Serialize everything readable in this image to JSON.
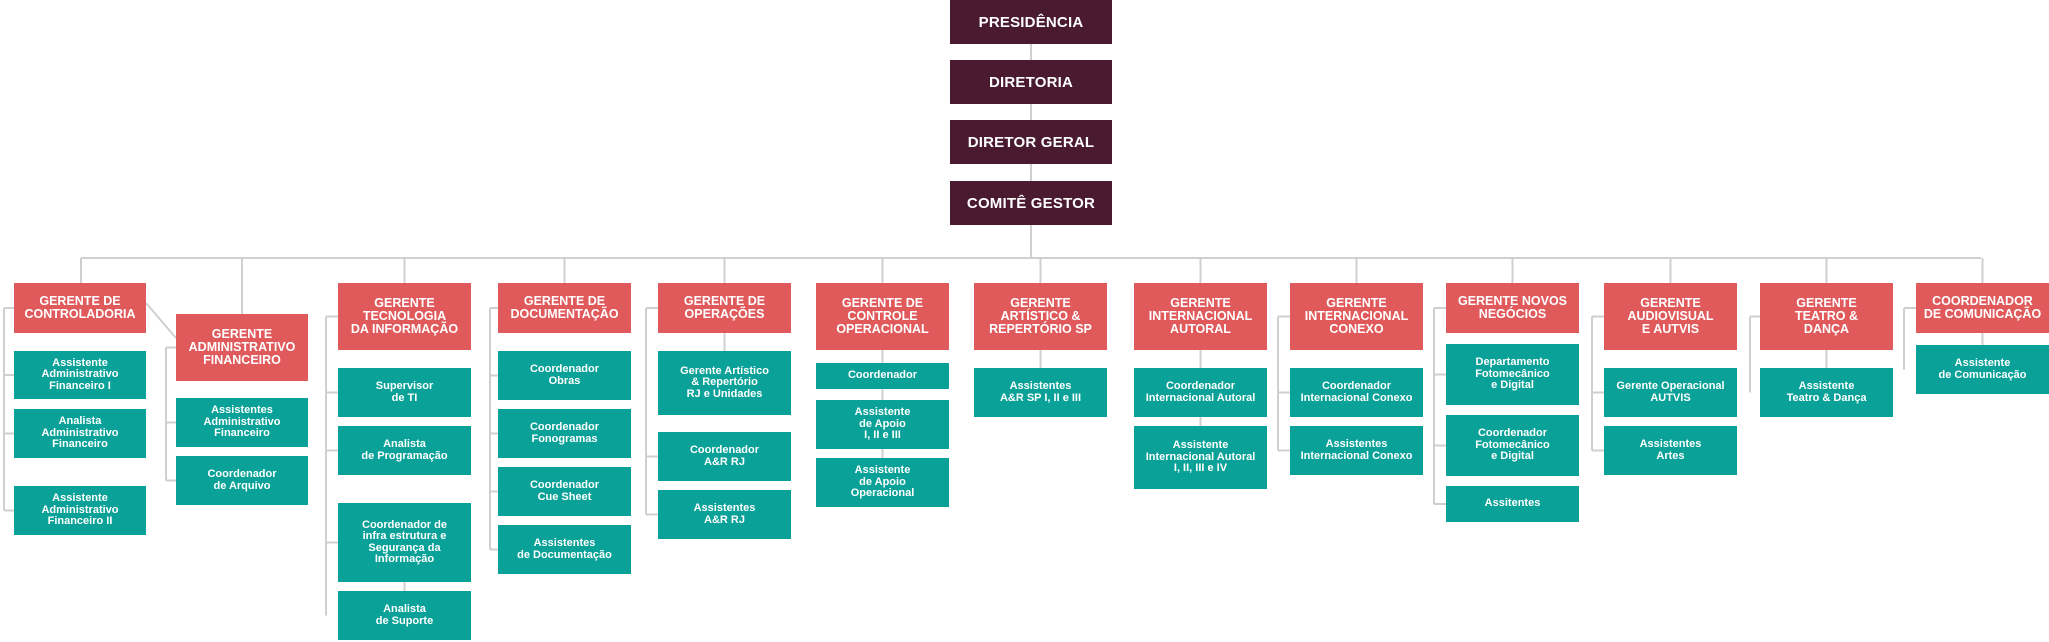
{
  "colors": {
    "top": "#4a1a30",
    "manager": "#e05a5c",
    "staff": "#0aa198",
    "connector": "#cfcfcf"
  },
  "top": [
    "PRESIDÊNCIA",
    "DIRETORIA",
    "DIRETOR GERAL",
    "COMITÊ GESTOR"
  ],
  "departments": [
    {
      "head": "GERENTE DE\nCONTROLADORIA",
      "staff": [
        "Assistente\nAdministrativo\nFinanceiro I",
        "Analista\nAdministrativo\nFinanceiro",
        "Assistente\nAdministrativo\nFinanceiro II"
      ]
    },
    {
      "head": "GERENTE\nADMINISTRATIVO\nFINANCEIRO",
      "staff": [
        "Assistentes\nAdministrativo\nFinanceiro",
        "Coordenador\nde Arquivo"
      ]
    },
    {
      "head": "GERENTE\nTECNOLOGIA\nDA INFORMAÇÃO",
      "staff": [
        "Supervisor\nde TI",
        "Analista\nde Programação",
        "Coordenador de\ninfra estrutura e\nSegurança da\nInformação",
        "Analista\nde Suporte"
      ]
    },
    {
      "head": "GERENTE DE\nDOCUMENTAÇÃO",
      "staff": [
        "Coordenador\nObras",
        "Coordenador\nFonogramas",
        "Coordenador\nCue Sheet",
        "Assistentes\nde Documentação"
      ]
    },
    {
      "head": "GERENTE DE\nOPERAÇÕES",
      "staff": [
        "Gerente Artístico\n& Repertório\nRJ e Unidades",
        "Coordenador\nA&R RJ",
        "Assistentes\nA&R RJ"
      ]
    },
    {
      "head": "GERENTE DE\nCONTROLE\nOPERACIONAL",
      "staff": [
        "Coordenador",
        "Assistente\nde Apoio\nI, II e III",
        "Assistente\nde Apoio\nOperacional"
      ]
    },
    {
      "head": "GERENTE\nARTÍSTICO &\nREPERTÓRIO SP",
      "staff": [
        "Assistentes\nA&R SP I, II e III"
      ]
    },
    {
      "head": "GERENTE\nINTERNACIONAL\nAUTORAL",
      "staff": [
        "Coordenador\nInternacional Autoral",
        "Assistente\nInternacional Autoral\nI, II, III e IV"
      ]
    },
    {
      "head": "GERENTE\nINTERNACIONAL\nCONEXO",
      "staff": [
        "Coordenador\nInternacional Conexo",
        "Assistentes\nInternacional Conexo"
      ]
    },
    {
      "head": "GERENTE NOVOS\nNEGÓCIOS",
      "staff": [
        "Departamento\nFotomecânico\ne Digital",
        "Coordenador\nFotomecânico\ne Digital",
        "Assitentes"
      ]
    },
    {
      "head": "GERENTE\nAUDIOVISUAL\nE AUTVIS",
      "staff": [
        "Gerente Operacional\nAUTVIS",
        "Assistentes\nArtes"
      ]
    },
    {
      "head": "GERENTE\nTEATRO &\nDANÇA",
      "staff": [
        "Assistente\nTeatro & Dança"
      ]
    },
    {
      "head": "COORDENADOR\nDE COMUNICAÇÃO",
      "staff": [
        "Assistente\nde Comunicação"
      ]
    }
  ]
}
